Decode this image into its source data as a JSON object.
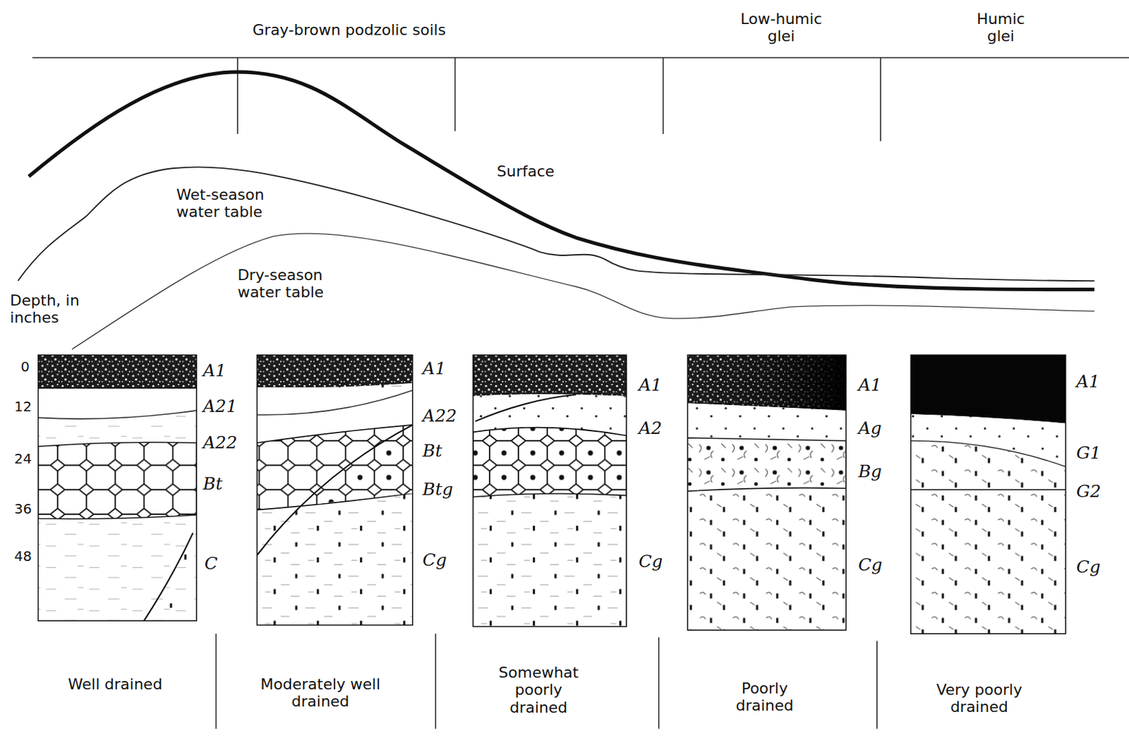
{
  "diagram": {
    "labels": [
      "Gray-brown podzolic soils",
      "Low-humic glei",
      "Humic glei",
      "Surface",
      "Wet-season water table",
      "Dry-season water table",
      "Depth, in inches",
      "0",
      "12",
      "24",
      "36",
      "48",
      "A1",
      "A21",
      "A22",
      "Bt",
      "C",
      "A1",
      "A22",
      "Bt",
      "Btg",
      "Cg",
      "A1",
      "A2",
      "Cg",
      "A1",
      "Ag",
      "Bg",
      "Cg",
      "A1",
      "G1",
      "G2",
      "Cg",
      "Well drained",
      "Moderately well drained",
      "Somewhat poorly drained",
      "Poorly drained",
      "Very poorly drained"
    ]
  }
}
